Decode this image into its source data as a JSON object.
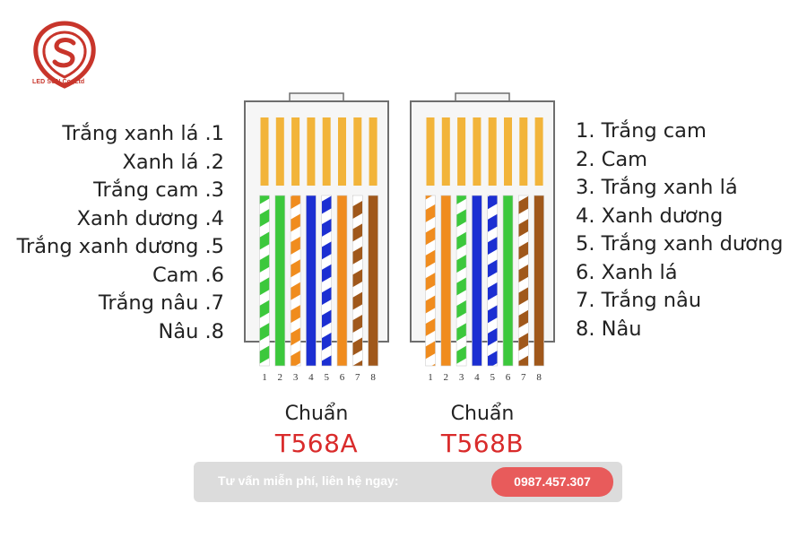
{
  "brand": {
    "name": "LED SUN Co.,Ltd",
    "accent": "#c8352b"
  },
  "left_labels": [
    "Trắng xanh lá .1",
    "Xanh lá .2",
    "Trắng cam .3",
    "Xanh dương .4",
    "Trắng xanh dương .5",
    "Cam .6",
    "Trắng nâu .7",
    "Nâu .8"
  ],
  "right_labels": [
    "1. Trắng cam",
    "2. Cam",
    "3. Trắng xanh lá",
    "4. Xanh dương",
    "5. Trắng xanh dương",
    "6. Xanh lá",
    "7. Trắng nâu",
    "8. Nâu"
  ],
  "pin_numbers": [
    "1",
    "2",
    "3",
    "4",
    "5",
    "6",
    "7",
    "8"
  ],
  "standards": [
    {
      "word": "Chuẩn",
      "code": "T568A",
      "wires": [
        "wg",
        "g",
        "wo",
        "b",
        "wb",
        "o",
        "wbr",
        "br"
      ]
    },
    {
      "word": "Chuẩn",
      "code": "T568B",
      "wires": [
        "wo",
        "o",
        "wg",
        "b",
        "wb",
        "g",
        "wbr",
        "br"
      ]
    }
  ],
  "colors": {
    "g": "#3cc83c",
    "o": "#f08c1e",
    "b": "#1c2fd2",
    "br": "#a0581b",
    "contact_yellow": "#f2b43a",
    "connector_border": "#6e6e6e",
    "code_red": "#d92b2b"
  },
  "contact": {
    "text": "Tư vấn miễn phí, liên hệ ngay:",
    "phone": "0987.457.307",
    "button_color": "#e85b5b"
  }
}
